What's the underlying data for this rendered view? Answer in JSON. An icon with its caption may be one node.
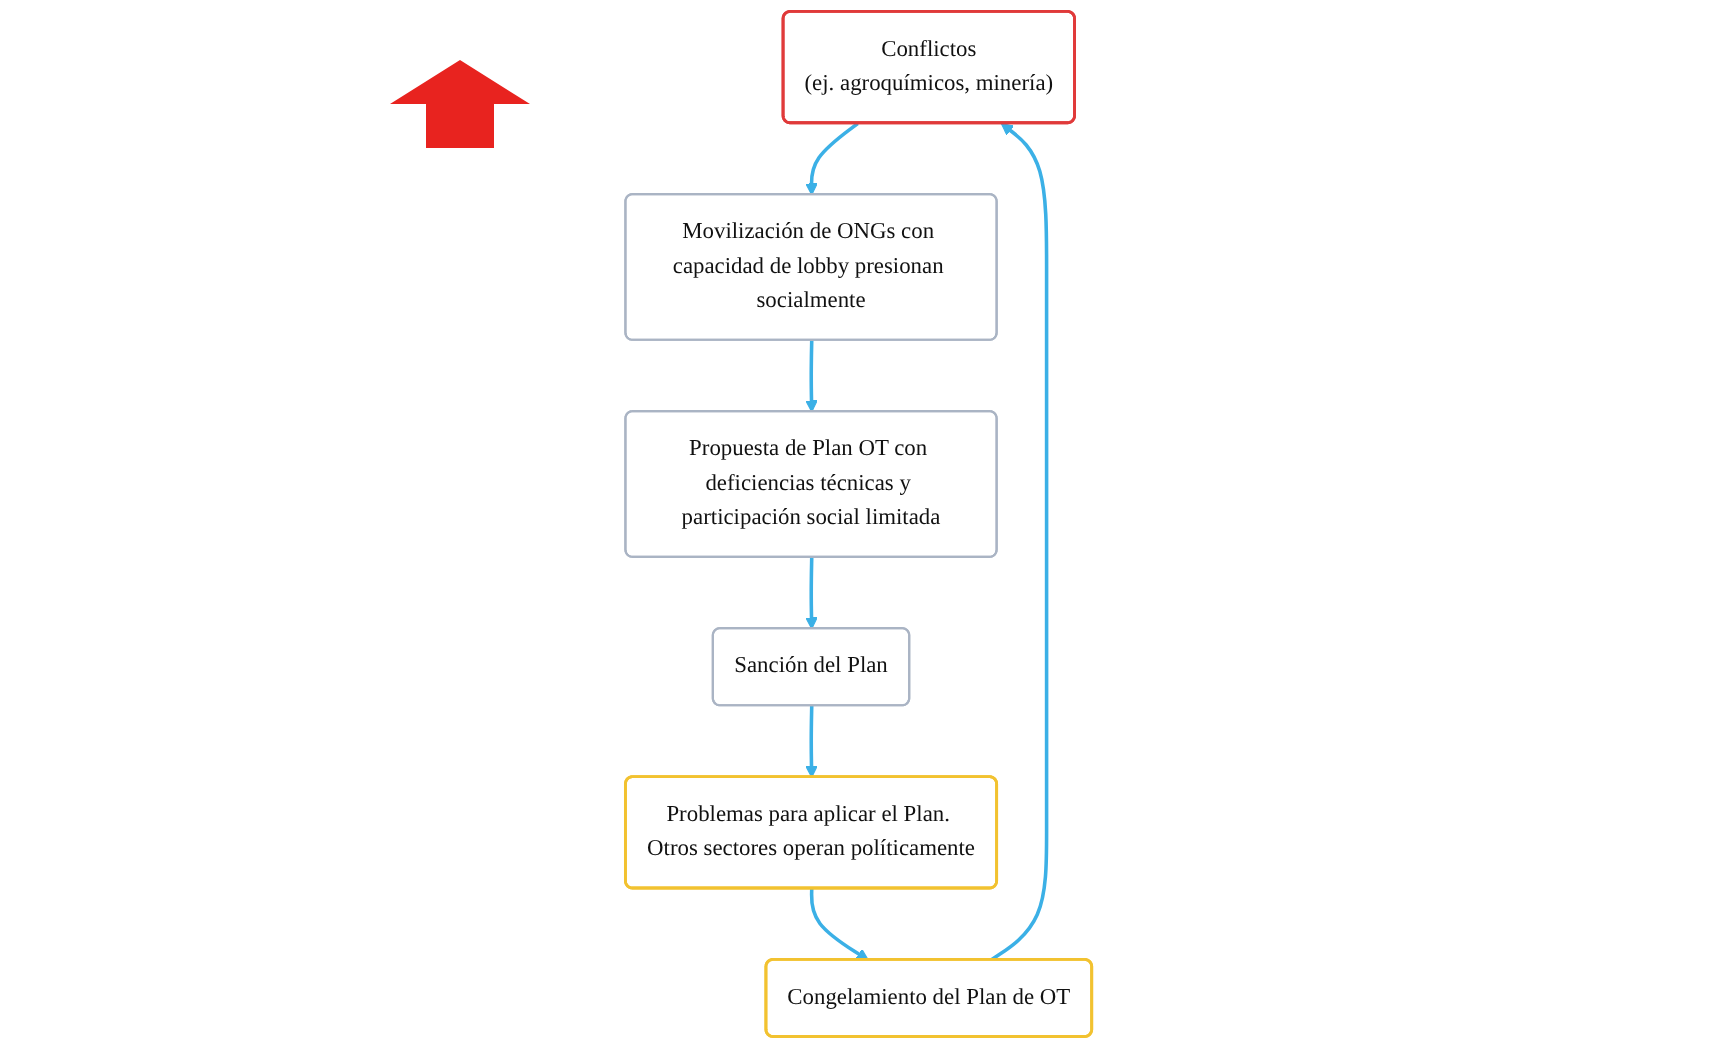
{
  "diagram": {
    "nodes": [
      {
        "text": [
          "Conflictos",
          "(ej. agroquímicos, minería)"
        ]
      },
      {
        "text": [
          "Movilización de ONGs con capacidad de lobby presionan socialmente"
        ]
      },
      {
        "text": [
          "Propuesta de Plan OT con deficiencias técnicas y participación social limitada"
        ]
      },
      {
        "text": [
          "Sanción del Plan"
        ]
      },
      {
        "text": [
          "Problemas para aplicar el Plan. Otros sectores operan políticamente"
        ]
      },
      {
        "text": [
          "Congelamiento del Plan de OT"
        ]
      }
    ],
    "edges": [
      {
        "from": 0,
        "to": 1,
        "arrow": "to"
      },
      {
        "from": 1,
        "to": 2,
        "arrow": "to"
      },
      {
        "from": 2,
        "to": 3,
        "arrow": "to"
      },
      {
        "from": 3,
        "to": 4,
        "arrow": "to"
      },
      {
        "from": 4,
        "to": 5,
        "arrow": "to"
      },
      {
        "from": 5,
        "to": 0,
        "arrow": "to"
      }
    ]
  }
}
